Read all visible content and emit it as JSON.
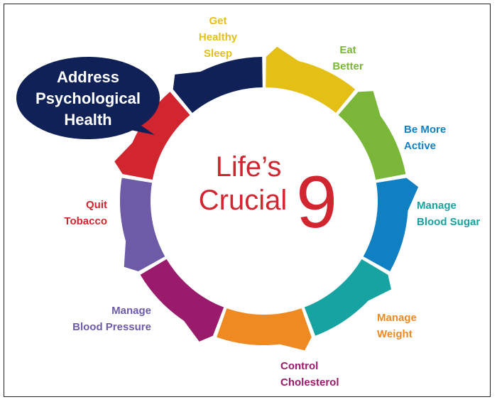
{
  "title": {
    "line1": "Life’s",
    "line2": "Crucial",
    "number": "9"
  },
  "callout": {
    "lines": [
      "Address",
      "Psychological",
      "Health"
    ],
    "color": "#0f2157"
  },
  "segments": [
    {
      "lines": [
        "Get",
        "Healthy",
        "Sleep"
      ],
      "color": "#e4c017"
    },
    {
      "lines": [
        "Eat",
        "Better"
      ],
      "color": "#7ab738"
    },
    {
      "lines": [
        "Be More",
        "Active"
      ],
      "color": "#1180c3"
    },
    {
      "lines": [
        "Manage",
        "Blood Sugar"
      ],
      "color": "#16a3a1"
    },
    {
      "lines": [
        "Manage",
        "Weight"
      ],
      "color": "#ef8a22"
    },
    {
      "lines": [
        "Control",
        "Cholesterol"
      ],
      "color": "#9a1a6c"
    },
    {
      "lines": [
        "Manage",
        "Blood Pressure"
      ],
      "color": "#6d5ba8"
    },
    {
      "lines": [
        "Quit",
        "Tobacco"
      ],
      "color": "#d1252f"
    },
    {
      "lines": [],
      "color": "#0f2157"
    }
  ],
  "title_color": "#d1252f"
}
